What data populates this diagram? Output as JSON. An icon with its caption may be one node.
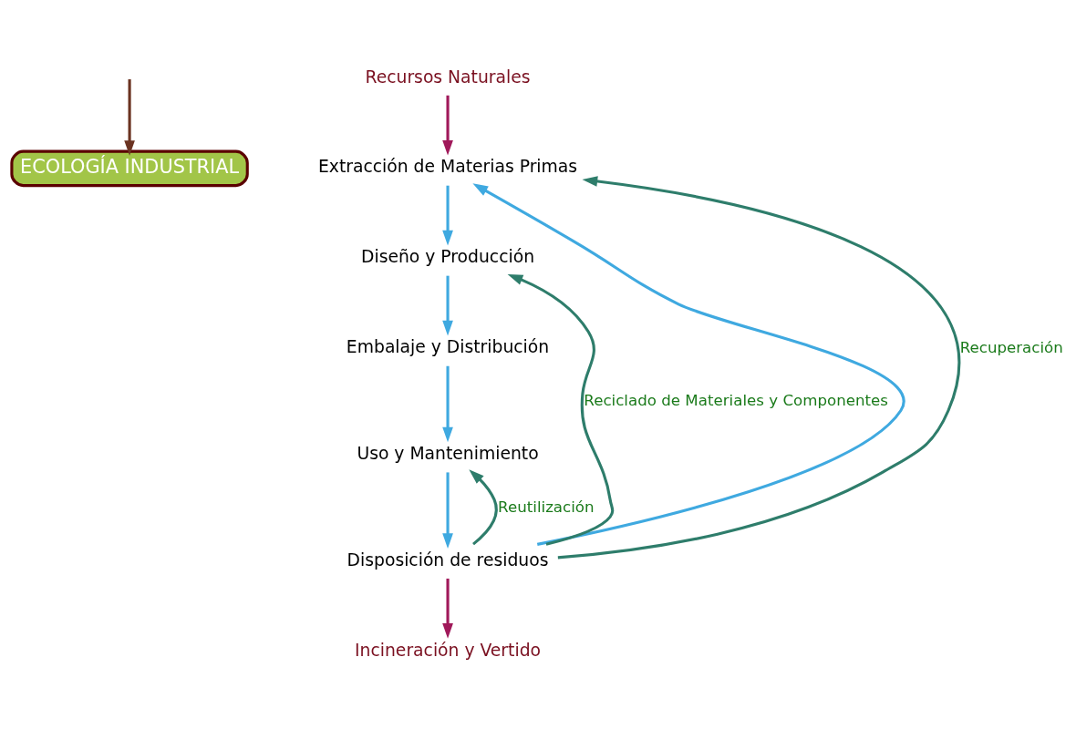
{
  "diagram": {
    "nodes": [
      {
        "text": [
          "ECOLOGÍA INDUSTRIAL"
        ]
      },
      {
        "text": [
          "Recursos Naturales"
        ]
      },
      {
        "text": [
          "Extracción de Materias Primas"
        ]
      },
      {
        "text": [
          "Diseño y Producción"
        ]
      },
      {
        "text": [
          "Embalaje y Distribución"
        ]
      },
      {
        "text": [
          "Uso y Mantenimiento"
        ]
      },
      {
        "text": [
          "Disposición de residuos"
        ]
      },
      {
        "text": [
          "Incineración y Vertido"
        ]
      }
    ],
    "edges": [
      {
        "from": null,
        "to": 0,
        "arrow": "to",
        "color": "#6b3321"
      },
      {
        "from": 1,
        "to": 2,
        "arrow": "to",
        "color": "#a0195a"
      },
      {
        "from": 2,
        "to": 3,
        "arrow": "to"
      },
      {
        "from": 3,
        "to": 4,
        "arrow": "to"
      },
      {
        "from": 4,
        "to": 5,
        "arrow": "to"
      },
      {
        "from": 5,
        "to": 6,
        "arrow": "to"
      },
      {
        "from": 6,
        "to": 2,
        "arrow": "to"
      },
      {
        "from": 6,
        "to": 2,
        "arrow": "to",
        "label": "Recuperación",
        "color": "#2e7d6b"
      },
      {
        "from": 6,
        "to": 3,
        "arrow": "to",
        "label": "Reciclado de Materiales y Componentes",
        "color": "#2e7d6b"
      },
      {
        "from": 6,
        "to": 5,
        "arrow": "to",
        "label": "Reutilización",
        "color": "#2e7d6b"
      },
      {
        "from": 6,
        "to": 7,
        "arrow": "to",
        "color": "#a0195a"
      }
    ]
  }
}
